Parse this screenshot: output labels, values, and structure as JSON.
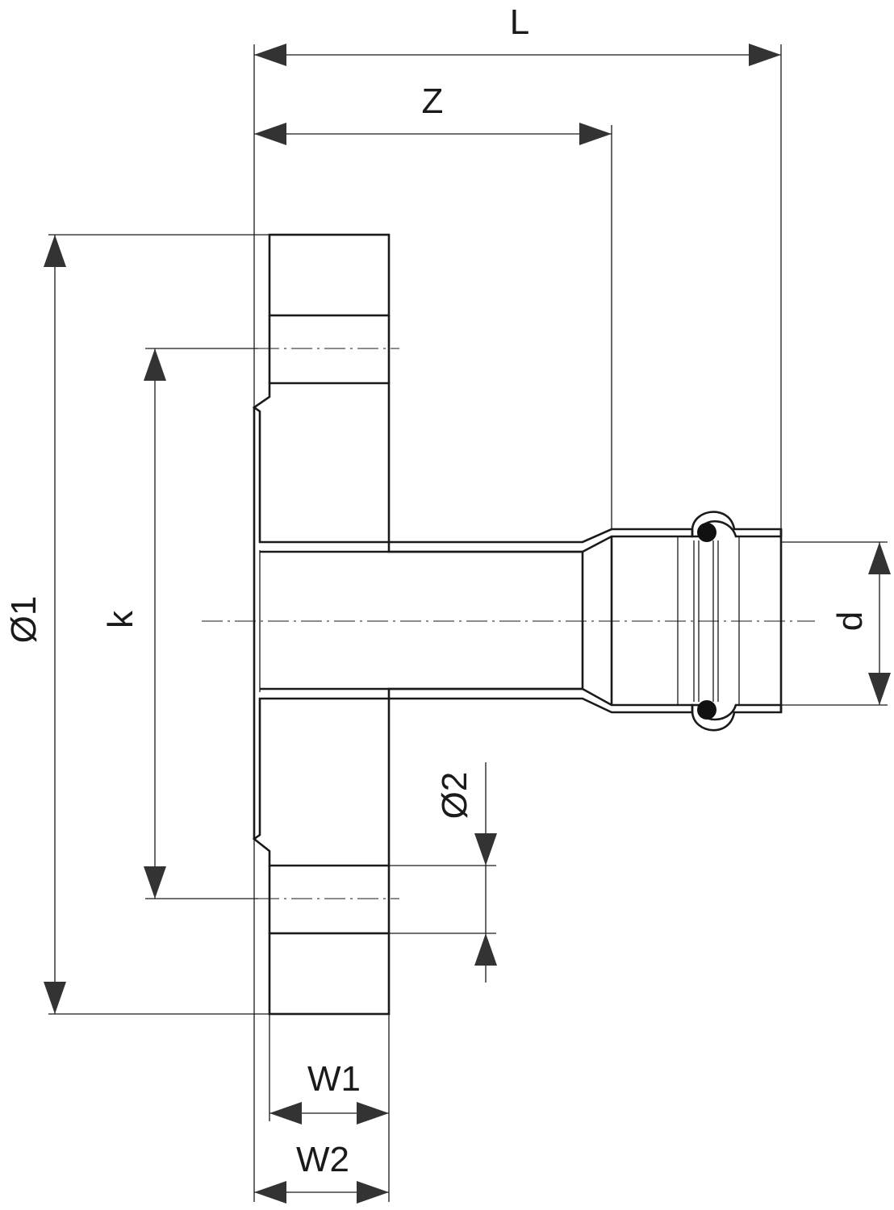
{
  "dimensions": {
    "L": "L",
    "Z": "Z",
    "d1": "Ø1",
    "k": "k",
    "d": "d",
    "d2": "Ø2",
    "W1": "W1",
    "W2": "W2"
  }
}
